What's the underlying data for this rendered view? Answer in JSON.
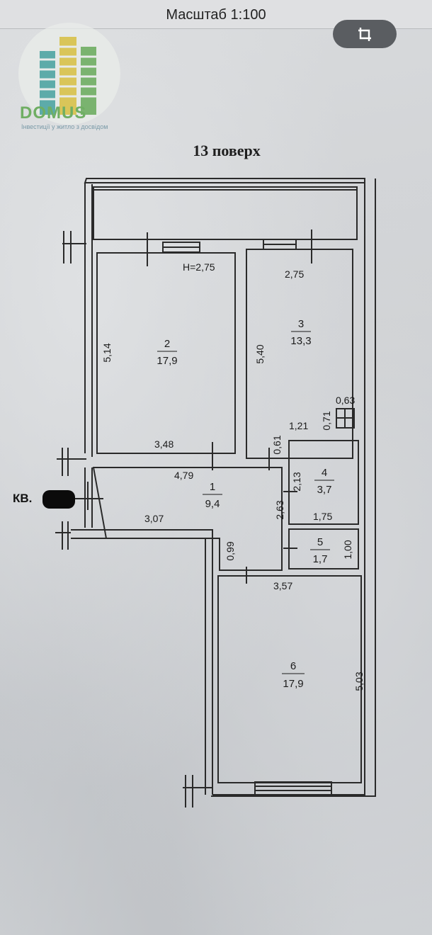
{
  "viewer": {
    "scale_label": "Масштаб 1:100",
    "crop_icon": "crop-icon"
  },
  "logo": {
    "word": "DOMUS",
    "tagline": "Інвестиції у житло з досвідом",
    "colors": {
      "green": "#6fae63",
      "teal": "#4fa5a3",
      "yellow": "#d8c24a"
    }
  },
  "plan": {
    "floor_title": "13 поверх",
    "apartment_label": "КВ.",
    "ceiling_height": "H=2,75",
    "rooms": [
      {
        "number": "1",
        "area": "9,4"
      },
      {
        "number": "2",
        "area": "17,9"
      },
      {
        "number": "3",
        "area": "13,3"
      },
      {
        "number": "4",
        "area": "3,7"
      },
      {
        "number": "5",
        "area": "1,7"
      },
      {
        "number": "6",
        "area": "17,9"
      }
    ],
    "dimensions": {
      "r2_height": "5,14",
      "r2_width": "3,48",
      "r3_top": "2,75",
      "r3_height": "5,40",
      "shaft_w": "0,63",
      "shaft_h": "0,71",
      "r3_bottom": "1,21",
      "wall_061": "0,61",
      "hall_top": "4,79",
      "hall_left": "3,07",
      "hall_right": "2,63",
      "hall_bottom": "0,99",
      "r4_height": "2,13",
      "r4_width": "1,75",
      "r5_height": "1,00",
      "r6_top": "3,57",
      "r6_height": "5,03"
    }
  }
}
